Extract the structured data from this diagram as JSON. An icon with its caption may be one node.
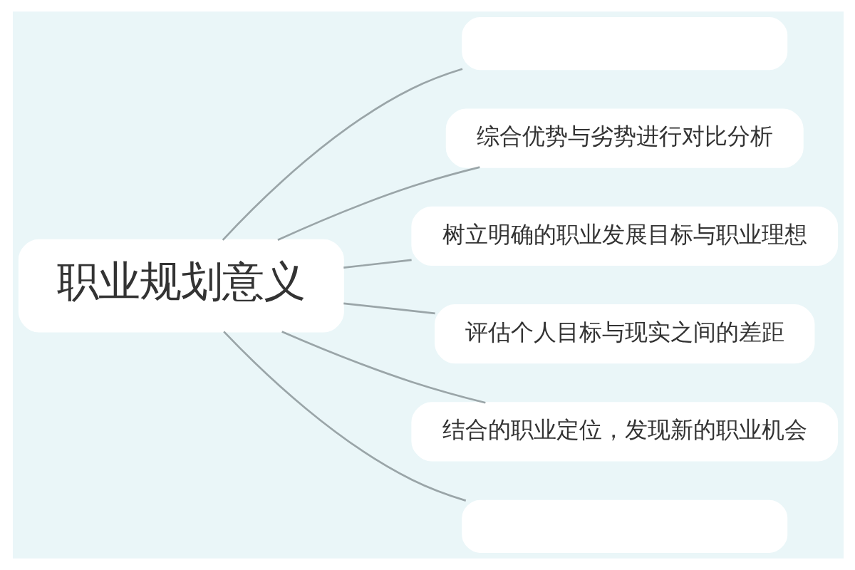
{
  "diagram": {
    "nodes": [
      {
        "text": [
          "职业规划意义"
        ]
      },
      {
        "text": [],
        "shape": "box"
      },
      {
        "text": [
          "综合优势与劣势进行对比分析"
        ]
      },
      {
        "text": [
          "树立明确的职业发展目标与职业理想"
        ]
      },
      {
        "text": [
          "评估个人目标与现实之间的差距"
        ]
      },
      {
        "text": [
          "结合的职业定位，发现新的职业机会"
        ]
      },
      {
        "text": [],
        "shape": "box"
      }
    ],
    "edges": [
      {
        "from": 0,
        "to": 1,
        "arrow": "none"
      },
      {
        "from": 0,
        "to": 2,
        "arrow": "none"
      },
      {
        "from": 0,
        "to": 3,
        "arrow": "none"
      },
      {
        "from": 0,
        "to": 4,
        "arrow": "none"
      },
      {
        "from": 0,
        "to": 5,
        "arrow": "none"
      },
      {
        "from": 0,
        "to": 6,
        "arrow": "none"
      }
    ]
  }
}
